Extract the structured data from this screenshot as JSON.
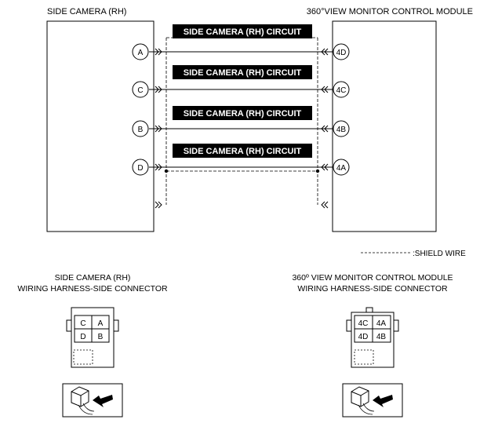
{
  "left_module": {
    "title": "SIDE CAMERA (RH)"
  },
  "right_module": {
    "title": "360°VIEW MONITOR CONTROL MODULE"
  },
  "circuits": [
    {
      "left_pin": "A",
      "right_pin": "4D",
      "label": "SIDE CAMERA (RH) CIRCUIT"
    },
    {
      "left_pin": "C",
      "right_pin": "4C",
      "label": "SIDE CAMERA (RH) CIRCUIT"
    },
    {
      "left_pin": "B",
      "right_pin": "4B",
      "label": "SIDE CAMERA (RH) CIRCUIT"
    },
    {
      "left_pin": "D",
      "right_pin": "4A",
      "label": "SIDE CAMERA (RH) CIRCUIT"
    }
  ],
  "legend": {
    "shield_wire": ":SHIELD WIRE"
  },
  "left_connector": {
    "title_line1": "SIDE CAMERA (RH)",
    "title_line2": "WIRING HARNESS-SIDE CONNECTOR",
    "cells": [
      "C",
      "A",
      "D",
      "B"
    ]
  },
  "right_connector": {
    "title_line1": "360º VIEW MONITOR CONTROL MODULE",
    "title_line2": "WIRING HARNESS-SIDE CONNECTOR",
    "cells": [
      "4C",
      "4A",
      "4D",
      "4B"
    ]
  }
}
